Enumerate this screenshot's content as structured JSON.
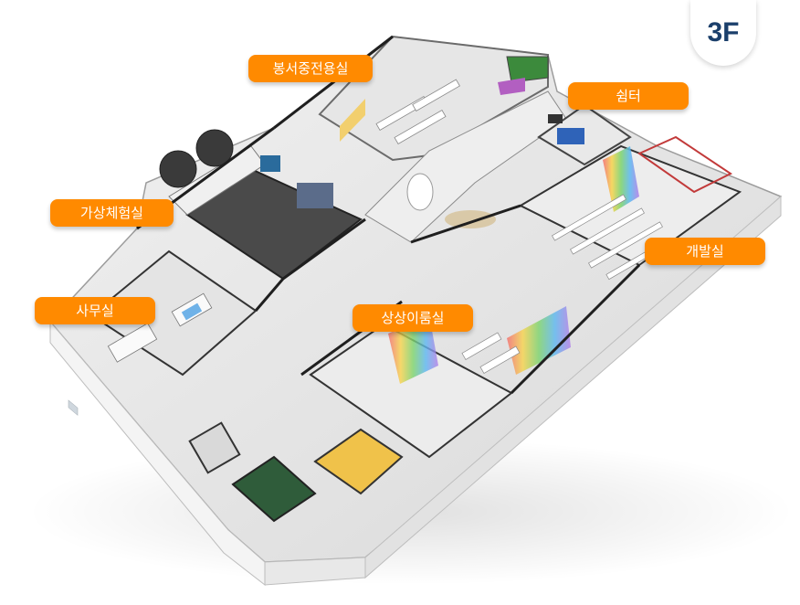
{
  "floor": {
    "label": "3F",
    "badge_color": "#1b3f6b"
  },
  "label_color": "#ff8a00",
  "rooms": {
    "bongseo": "봉서중전용실",
    "swimteo": "쉼터",
    "gasang": "가상체험실",
    "gaebal": "개발실",
    "samu": "사무실",
    "sangsang": "상상이룸실"
  }
}
